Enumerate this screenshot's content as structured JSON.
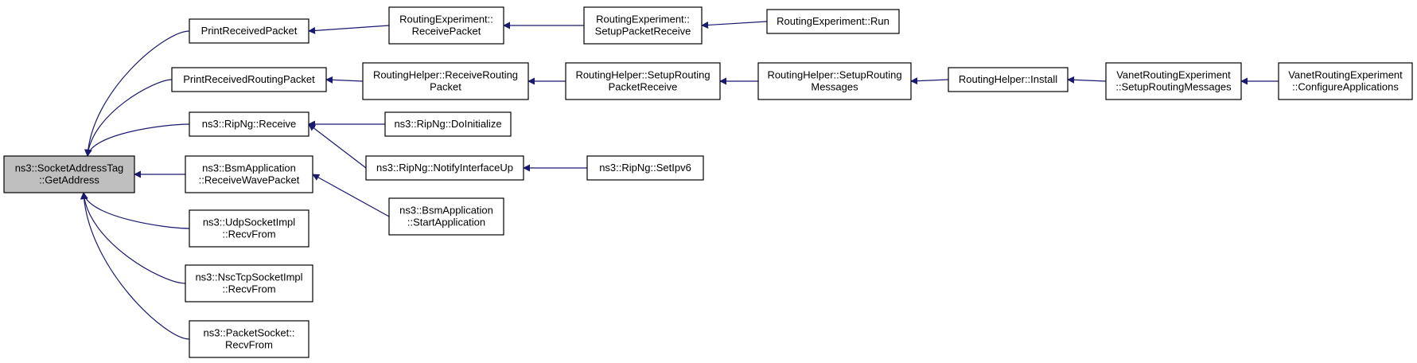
{
  "colors": {
    "edge": "#191970",
    "node_fill": "#ffffff",
    "root_fill": "#bfbfbf",
    "border": "#000000"
  },
  "nodes": [
    {
      "id": "root",
      "lines": [
        "ns3::SocketAddressTag",
        "::GetAddress"
      ],
      "root": true
    },
    {
      "id": "n1",
      "lines": [
        "PrintReceivedPacket"
      ]
    },
    {
      "id": "n2",
      "lines": [
        "PrintReceivedRoutingPacket"
      ]
    },
    {
      "id": "n3",
      "lines": [
        "ns3::RipNg::Receive"
      ]
    },
    {
      "id": "n4",
      "lines": [
        "ns3::BsmApplication",
        "::ReceiveWavePacket"
      ]
    },
    {
      "id": "n5",
      "lines": [
        "ns3::UdpSocketImpl",
        "::RecvFrom"
      ]
    },
    {
      "id": "n6",
      "lines": [
        "ns3::NscTcpSocketImpl",
        "::RecvFrom"
      ]
    },
    {
      "id": "n7",
      "lines": [
        "ns3::PacketSocket::",
        "RecvFrom"
      ]
    },
    {
      "id": "n8",
      "lines": [
        "RoutingExperiment::",
        "ReceivePacket"
      ]
    },
    {
      "id": "n9",
      "lines": [
        "RoutingExperiment::",
        "SetupPacketReceive"
      ]
    },
    {
      "id": "n10",
      "lines": [
        "RoutingExperiment::Run"
      ]
    },
    {
      "id": "n11",
      "lines": [
        "RoutingHelper::ReceiveRouting",
        "Packet"
      ]
    },
    {
      "id": "n12",
      "lines": [
        "RoutingHelper::SetupRouting",
        "PacketReceive"
      ]
    },
    {
      "id": "n13",
      "lines": [
        "RoutingHelper::SetupRouting",
        "Messages"
      ]
    },
    {
      "id": "n14",
      "lines": [
        "RoutingHelper::Install"
      ]
    },
    {
      "id": "n15",
      "lines": [
        "VanetRoutingExperiment",
        "::SetupRoutingMessages"
      ]
    },
    {
      "id": "n16",
      "lines": [
        "VanetRoutingExperiment",
        "::ConfigureApplications"
      ]
    },
    {
      "id": "n17",
      "lines": [
        "ns3::RipNg::DoInitialize"
      ]
    },
    {
      "id": "n18",
      "lines": [
        "ns3::RipNg::NotifyInterfaceUp"
      ]
    },
    {
      "id": "n19",
      "lines": [
        "ns3::RipNg::SetIpv6"
      ]
    },
    {
      "id": "n20",
      "lines": [
        "ns3::BsmApplication",
        "::StartApplication"
      ]
    }
  ],
  "edges": [
    {
      "from": "n1",
      "to": "root"
    },
    {
      "from": "n2",
      "to": "root"
    },
    {
      "from": "n3",
      "to": "root"
    },
    {
      "from": "n4",
      "to": "root"
    },
    {
      "from": "n5",
      "to": "root"
    },
    {
      "from": "n6",
      "to": "root"
    },
    {
      "from": "n7",
      "to": "root"
    },
    {
      "from": "n8",
      "to": "n1"
    },
    {
      "from": "n9",
      "to": "n8"
    },
    {
      "from": "n10",
      "to": "n9"
    },
    {
      "from": "n11",
      "to": "n2"
    },
    {
      "from": "n12",
      "to": "n11"
    },
    {
      "from": "n13",
      "to": "n12"
    },
    {
      "from": "n14",
      "to": "n13"
    },
    {
      "from": "n15",
      "to": "n14"
    },
    {
      "from": "n16",
      "to": "n15"
    },
    {
      "from": "n17",
      "to": "n3"
    },
    {
      "from": "n18",
      "to": "n3"
    },
    {
      "from": "n19",
      "to": "n18"
    },
    {
      "from": "n20",
      "to": "n4"
    }
  ]
}
